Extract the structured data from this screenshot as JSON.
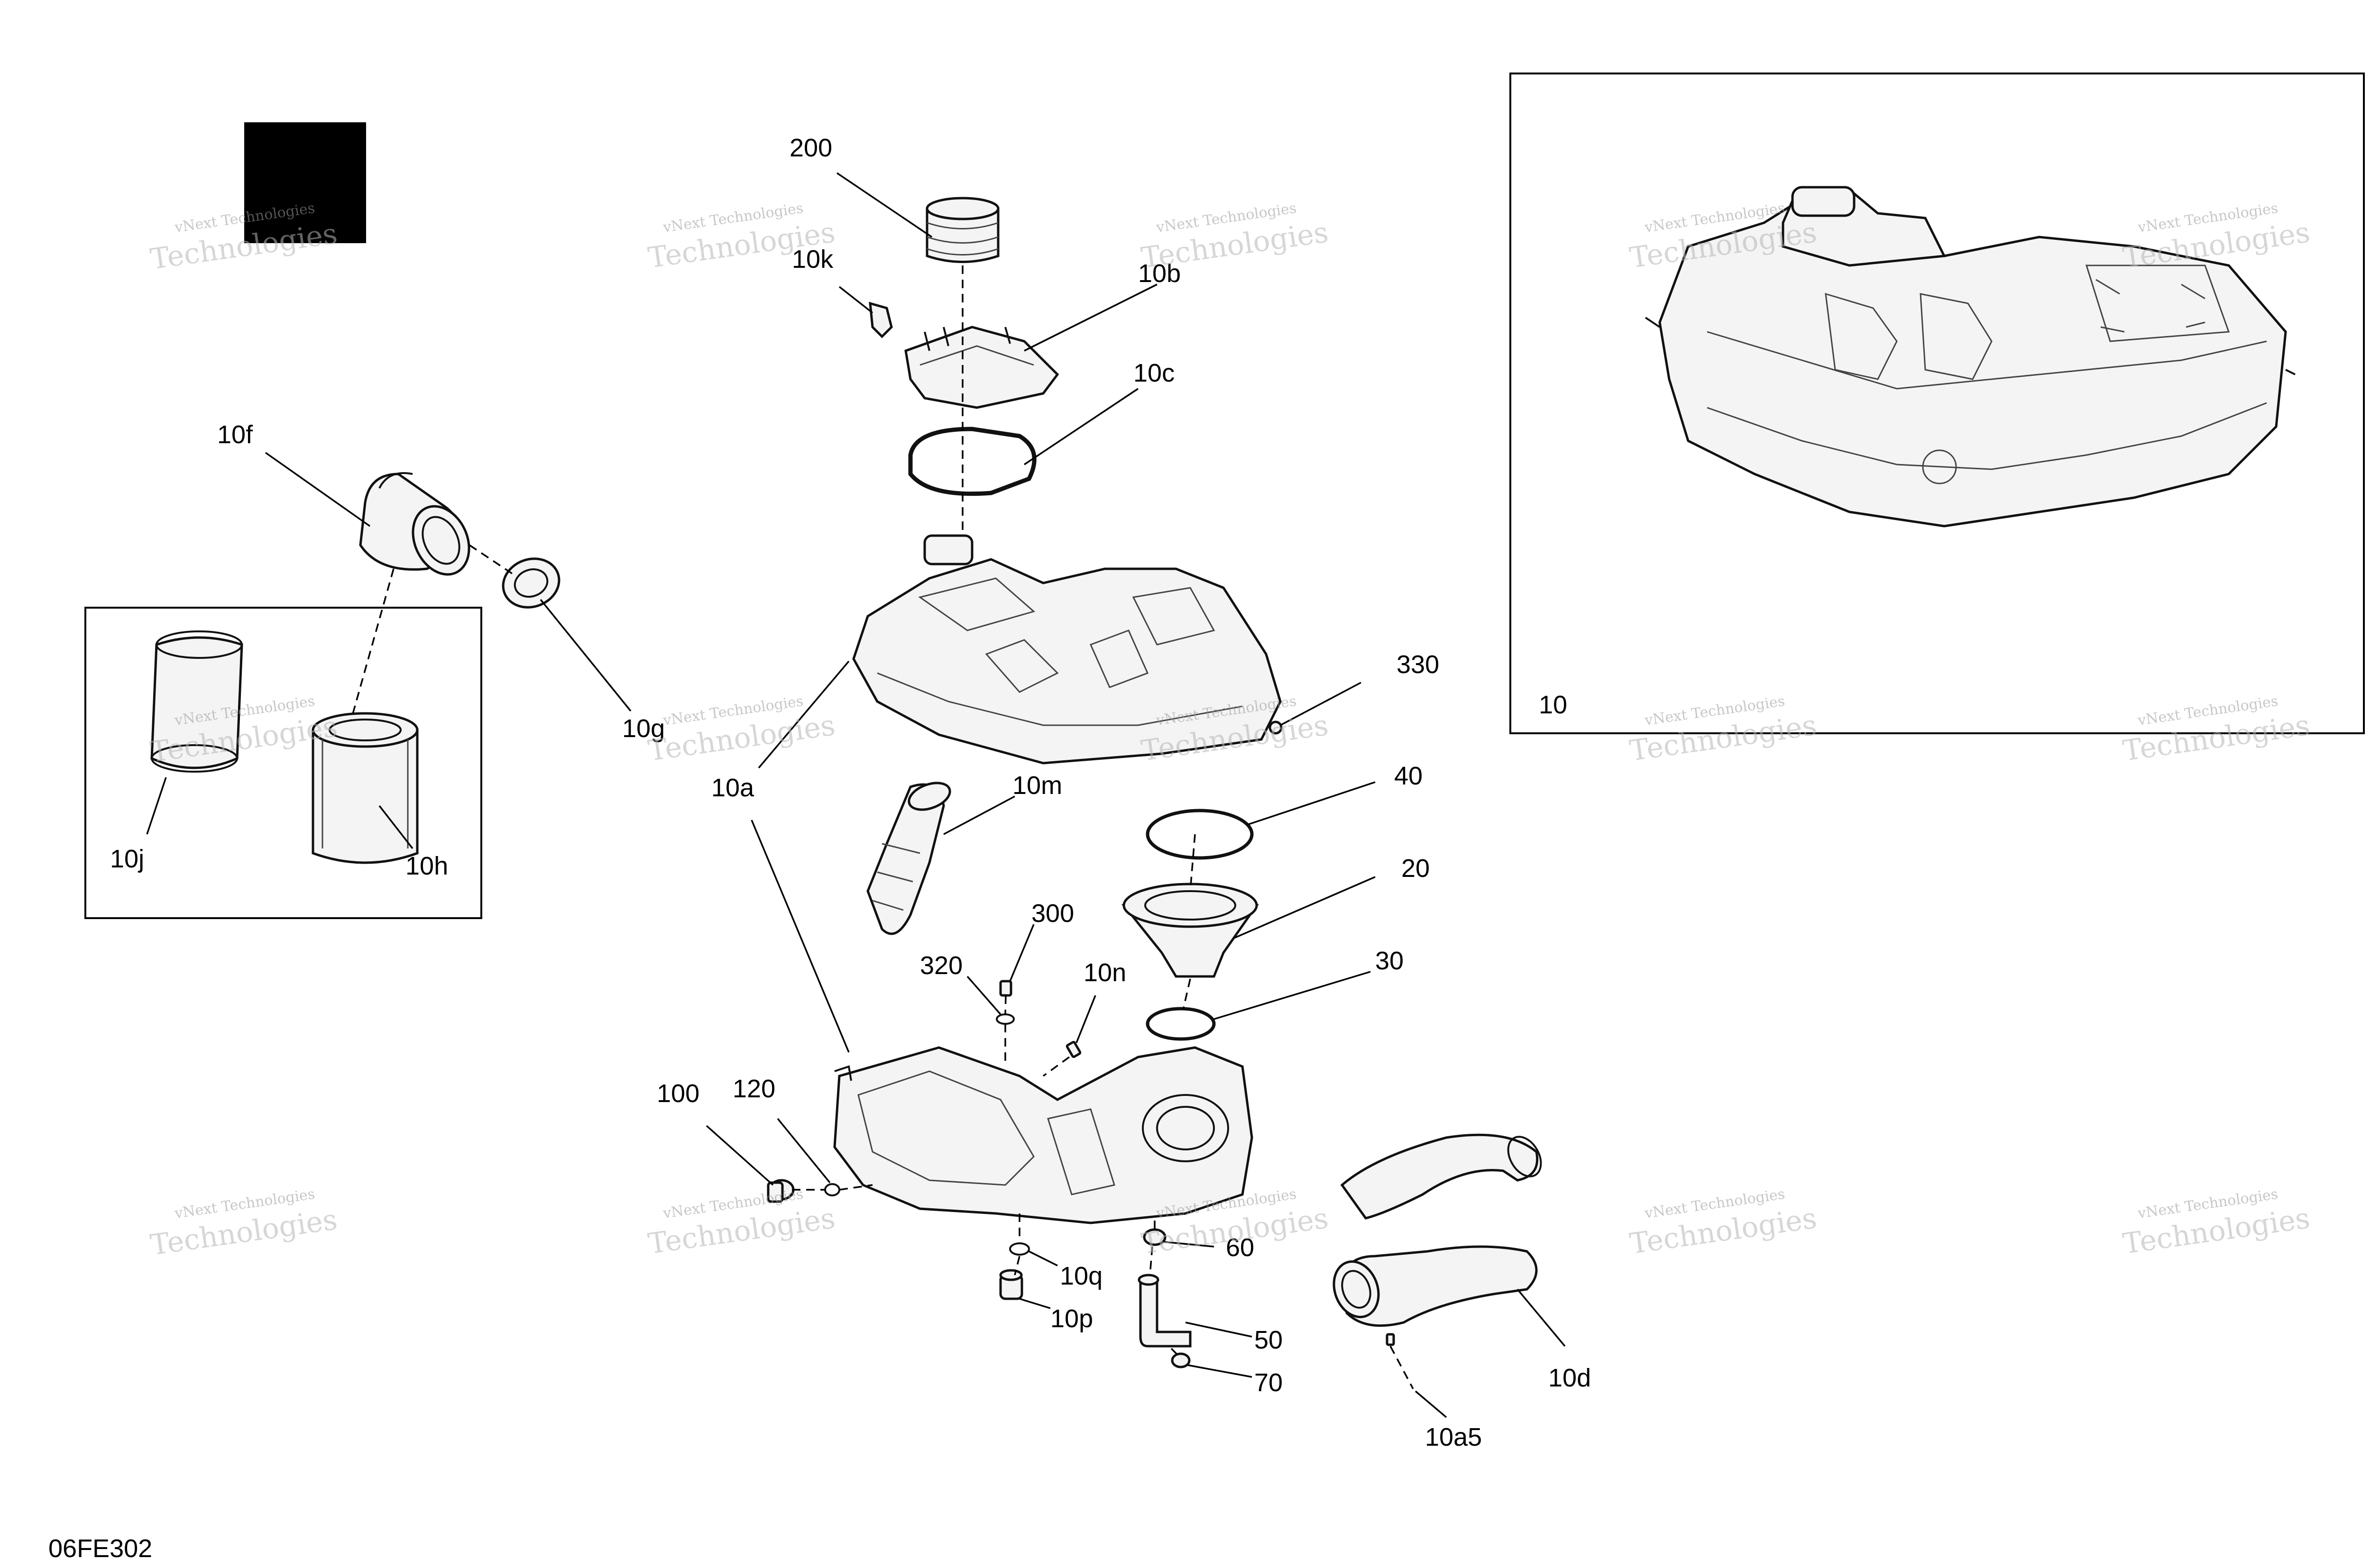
{
  "drawing_code": "06FE302",
  "inset_label": "10",
  "callouts": {
    "c200": "200",
    "c10k": "10k",
    "c10b": "10b",
    "c10c": "10c",
    "c10f": "10f",
    "c10g": "10g",
    "c10a": "10a",
    "c330": "330",
    "c10j": "10j",
    "c10h": "10h",
    "c10m": "10m",
    "c40": "40",
    "c20": "20",
    "c300": "300",
    "c320": "320",
    "c10n": "10n",
    "c30": "30",
    "c100": "100",
    "c120": "120",
    "c60": "60",
    "c10q": "10q",
    "c10p": "10p",
    "c50": "50",
    "c70": "70",
    "c10d": "10d",
    "c10a5": "10a5"
  },
  "watermark": {
    "line1": "vNext Technologies",
    "line2": "Technologies"
  }
}
